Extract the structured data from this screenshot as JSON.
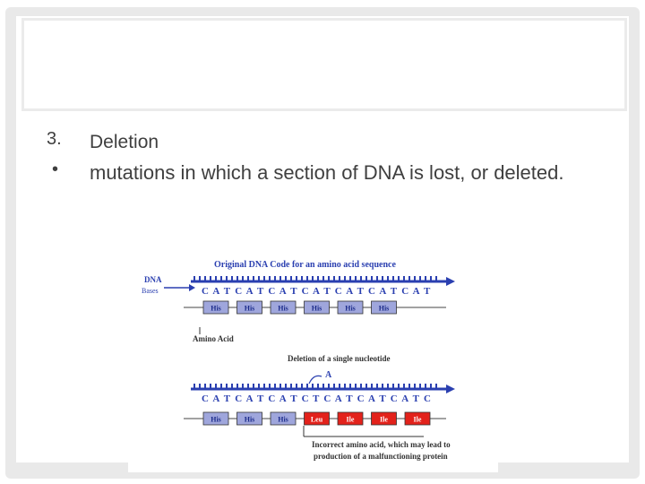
{
  "list": [
    {
      "marker": "3.",
      "text": "Deletion"
    },
    {
      "marker": "•",
      "text": "mutations in which a section of DNA is lost, or deleted."
    }
  ],
  "figure": {
    "title": "Original DNA Code for an amino acid sequence",
    "dna_label_1": "DNA",
    "dna_label_2": "Bases",
    "amino_label": "Amino Acid",
    "original_seq": [
      "C",
      "A",
      "T",
      "C",
      "A",
      "T",
      "C",
      "A",
      "T",
      "C",
      "A",
      "T",
      "C",
      "A",
      "T",
      "C",
      "A",
      "T",
      "C",
      "A",
      "T"
    ],
    "original_aa": [
      "His",
      "His",
      "His",
      "His",
      "His",
      "His"
    ],
    "deletion_label": "Deletion of a single nucleotide",
    "deleted_base": "A",
    "mutated_seq": [
      "C",
      "A",
      "T",
      "C",
      "A",
      "T",
      "C",
      "A",
      "T",
      "C",
      "T",
      "C",
      "A",
      "T",
      "C",
      "A",
      "T",
      "C",
      "A",
      "T",
      "C"
    ],
    "mutated_aa": [
      "His",
      "His",
      "His",
      "Leu",
      "Ile",
      "Ile",
      "Ile"
    ],
    "incorrect_label_1": "Incorrect amino acid, which may lead to",
    "incorrect_label_2": "production of a malfunctioning protein",
    "colors": {
      "blue": "#2a3fb0",
      "aa_blue": "#9fa6dc",
      "aa_red": "#e3221b"
    }
  }
}
